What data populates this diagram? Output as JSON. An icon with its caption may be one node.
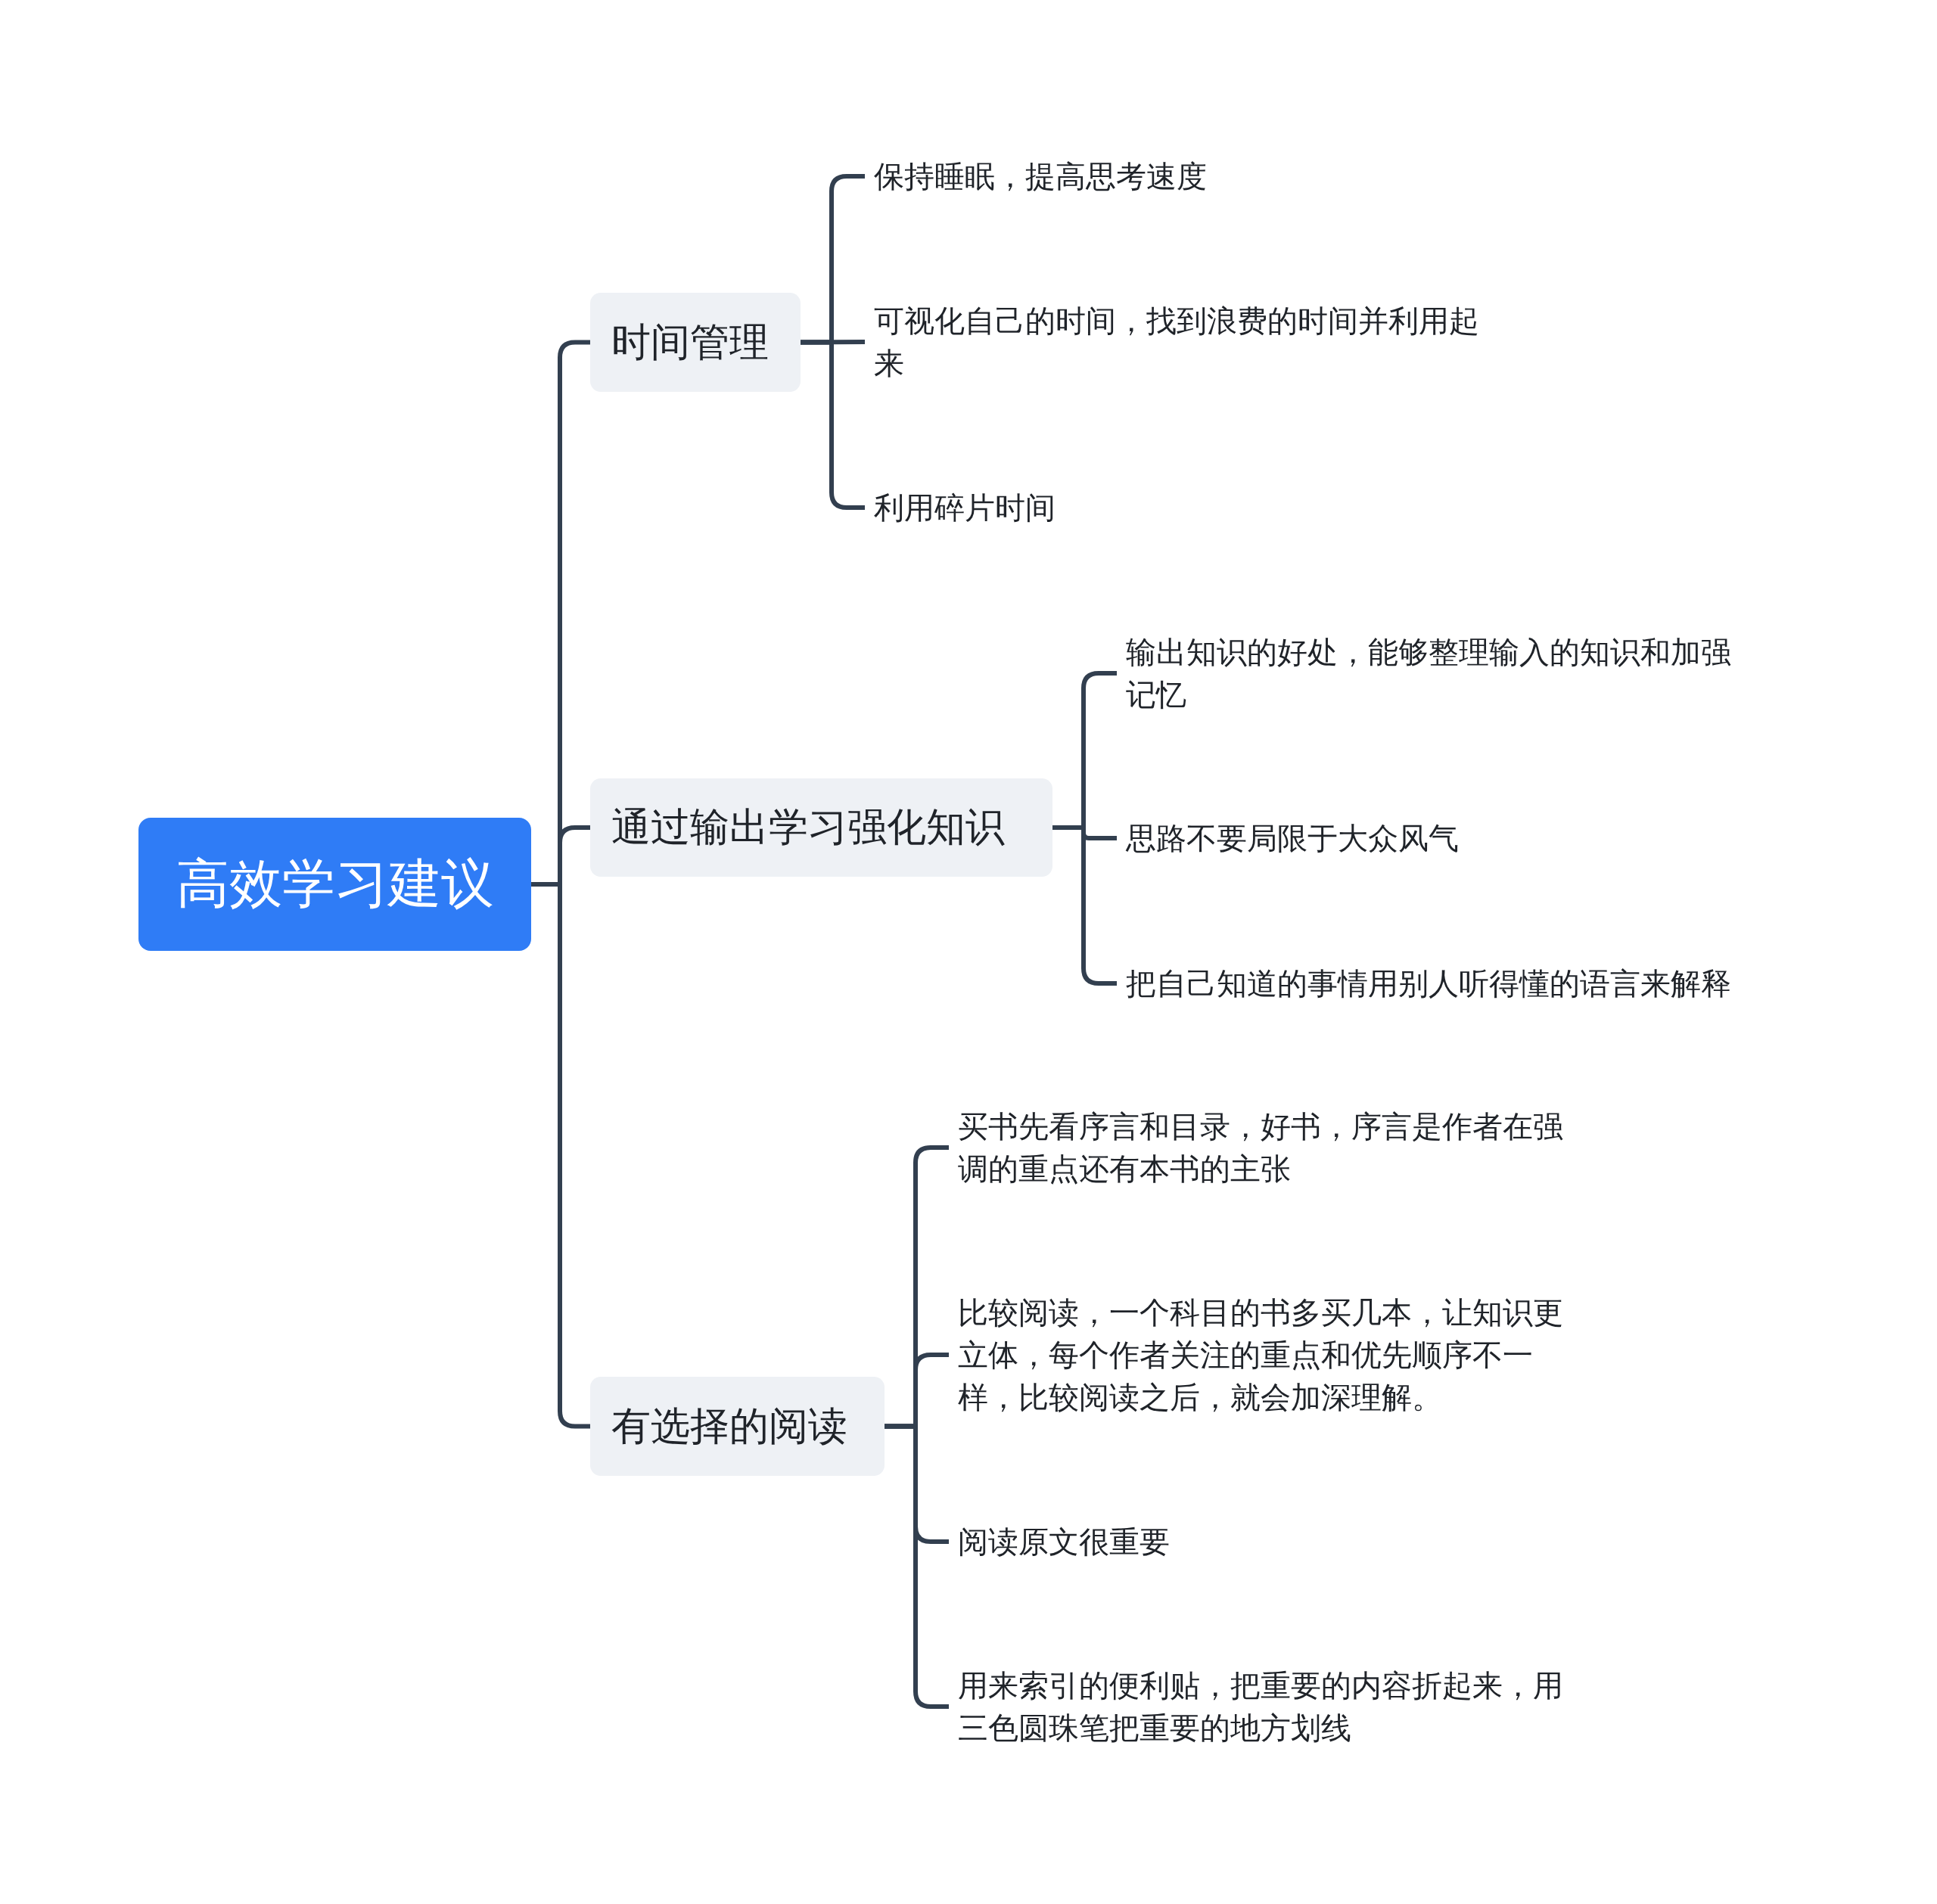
{
  "diagram": {
    "nodes": [
      {
        "text": [
          "高效学习建议"
        ]
      },
      {
        "text": [
          "时间管理"
        ]
      },
      {
        "text": [
          "保持睡眠，提高思考速度"
        ]
      },
      {
        "text": [
          "可视化自己的时间，找到浪费的时间并利用起来"
        ]
      },
      {
        "text": [
          "利用碎片时间"
        ]
      },
      {
        "text": [
          "通过输出学习强化知识"
        ]
      },
      {
        "text": [
          "输出知识的好处，能够整理输入的知识和加强记忆"
        ]
      },
      {
        "text": [
          "思路不要局限于大众风气"
        ]
      },
      {
        "text": [
          "把自己知道的事情用别人听得懂的语言来解释"
        ]
      },
      {
        "text": [
          "有选择的阅读"
        ]
      },
      {
        "text": [
          "买书先看序言和目录，好书，序言是作者在强调的重点还有本书的主张"
        ]
      },
      {
        "text": [
          "比较阅读，一个科目的书多买几本，让知识更立体，每个作者关注的重点和优先顺序不一样，比较阅读之后，就会加深理解。"
        ]
      },
      {
        "text": [
          "阅读原文很重要"
        ]
      },
      {
        "text": [
          "用来索引的便利贴，把重要的内容折起来，用三色圆珠笔把重要的地方划线"
        ]
      }
    ],
    "edges": [
      {
        "from": 0,
        "to": 1,
        "arrow": "none"
      },
      {
        "from": 0,
        "to": 5,
        "arrow": "none"
      },
      {
        "from": 0,
        "to": 9,
        "arrow": "none"
      },
      {
        "from": 1,
        "to": 2,
        "arrow": "none"
      },
      {
        "from": 1,
        "to": 3,
        "arrow": "none"
      },
      {
        "from": 1,
        "to": 4,
        "arrow": "none"
      },
      {
        "from": 5,
        "to": 6,
        "arrow": "none"
      },
      {
        "from": 5,
        "to": 7,
        "arrow": "none"
      },
      {
        "from": 5,
        "to": 8,
        "arrow": "none"
      },
      {
        "from": 9,
        "to": 10,
        "arrow": "none"
      },
      {
        "from": 9,
        "to": 11,
        "arrow": "none"
      },
      {
        "from": 9,
        "to": 12,
        "arrow": "none"
      },
      {
        "from": 9,
        "to": 13,
        "arrow": "none"
      }
    ]
  }
}
